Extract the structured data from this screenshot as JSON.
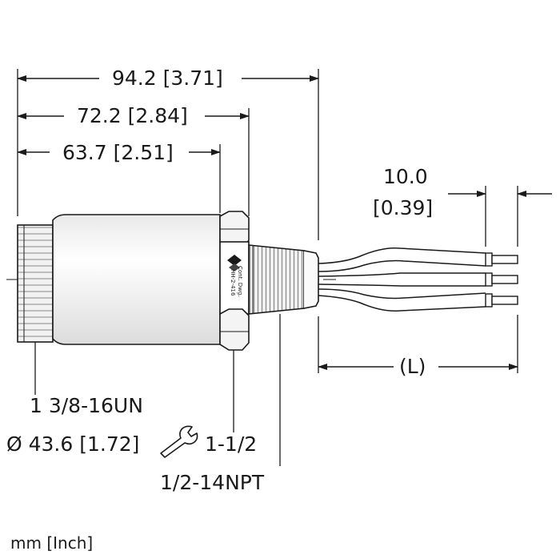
{
  "dimensions": {
    "overall_length": "94.2 [3.71]",
    "hex_length": "72.2 [2.84]",
    "body_length": "63.7 [2.51]",
    "wire_strip_top": "10.0",
    "wire_strip_bottom": "[0.39]",
    "cable_length": "(L)"
  },
  "specs": {
    "thread": "1 3/8-16UN",
    "diameter": "Ø 43.6 [1.72]",
    "wrench_size": "1-1/2",
    "pipe_thread": "1/2-14NPT"
  },
  "hex_marking": {
    "line1": "Cont. Dwg.",
    "line2": "HH-2-416"
  },
  "units": "mm [Inch]",
  "icons": [
    "wrench-icon",
    "brand-logo"
  ]
}
